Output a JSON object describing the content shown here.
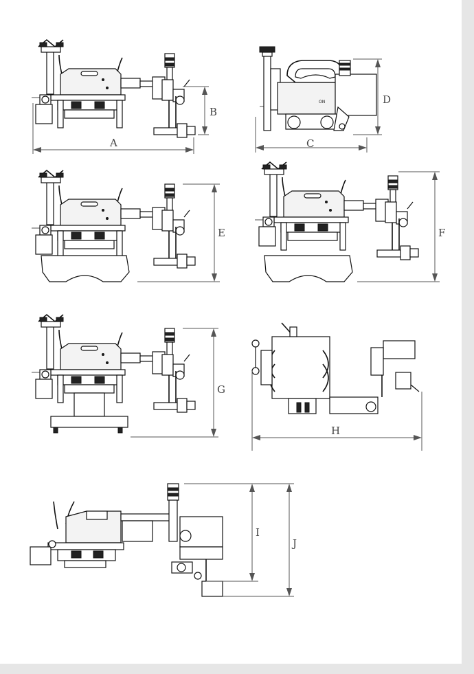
{
  "document": {
    "type": "technical-dimension-drawing",
    "views": [
      {
        "id": "view-1",
        "dimension_labels": [
          "A",
          "B"
        ]
      },
      {
        "id": "view-2",
        "dimension_labels": [
          "C",
          "D"
        ]
      },
      {
        "id": "view-3",
        "dimension_labels": [
          "E"
        ]
      },
      {
        "id": "view-4",
        "dimension_labels": [
          "F"
        ]
      },
      {
        "id": "view-5",
        "dimension_labels": [
          "G"
        ]
      },
      {
        "id": "view-6",
        "dimension_labels": [
          "H"
        ]
      },
      {
        "id": "view-7",
        "dimension_labels": [
          "I",
          "J"
        ]
      }
    ]
  },
  "labels": {
    "A": "A",
    "B": "B",
    "C": "C",
    "D": "D",
    "E": "E",
    "F": "F",
    "G": "G",
    "H": "H",
    "I": "I",
    "J": "J"
  },
  "colors": {
    "page": "#ffffff",
    "margin": "#e6e6e6",
    "ink": "#111111",
    "dimension": "#555555"
  }
}
